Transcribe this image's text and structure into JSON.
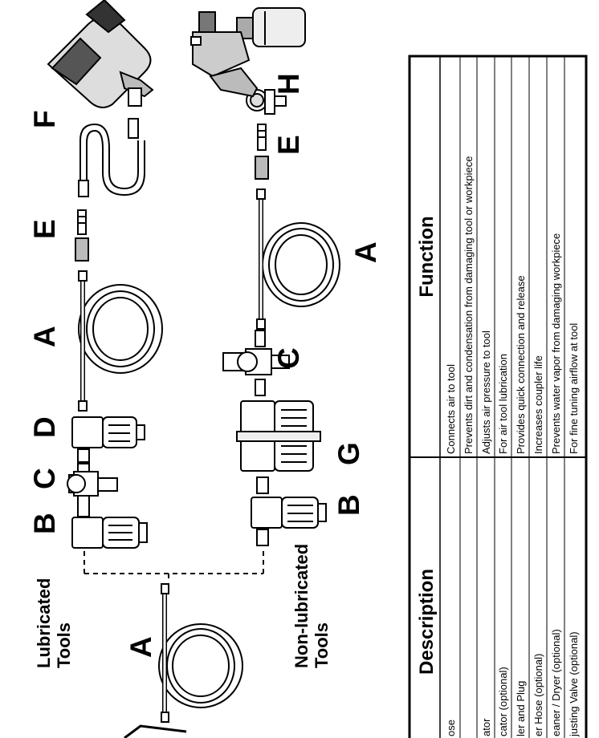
{
  "labels": {
    "a1": "A",
    "a2": "A",
    "a3": "A",
    "b1": "B",
    "b2": "B",
    "c1": "C",
    "c2": "C",
    "d": "D",
    "e1": "E",
    "e2": "E",
    "f": "F",
    "g": "G",
    "h": "H"
  },
  "groups": {
    "lubricated": [
      "Lubricated",
      "Tools"
    ],
    "non_lubricated": [
      "Non-lubricated",
      "Tools"
    ]
  },
  "table": {
    "headers": {
      "description": "Description",
      "function": "Function"
    },
    "rows": [
      {
        "description": "ose",
        "function": "Connects air to tool"
      },
      {
        "description": "",
        "function": "Prevents dirt and condensation from damaging tool or workpiece"
      },
      {
        "description": "ator",
        "function": "Adjusts air pressure to tool"
      },
      {
        "description": "cator (optional)",
        "function": "For air tool lubrication"
      },
      {
        "description": "ler and Plug",
        "function": "Provides quick connection and release"
      },
      {
        "description": "er Hose (optional)",
        "function": "Increases coupler life"
      },
      {
        "description": "eaner / Dryer (optional)",
        "function": "Prevents water vapor from damaging workpiece"
      },
      {
        "description": "justing Valve (optional)",
        "function": "For fine tuning airflow at tool"
      }
    ]
  }
}
